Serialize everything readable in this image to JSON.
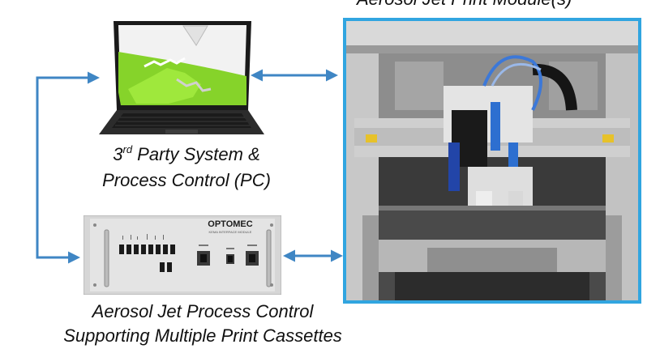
{
  "top_title": "Aerosol Jet Print Module(s)",
  "pc_caption": {
    "line1_number": "3",
    "line1_suffix": "rd",
    "line1_rest": " Party System &",
    "line2": "Process Control (PC)"
  },
  "control_caption": {
    "line1": "Aerosol Jet Process Control",
    "line2": "Supporting Multiple Print Cassettes"
  },
  "rack_unit": {
    "brand": "OPTOMEC",
    "module_label": "KEMA INTERFACE MODULE"
  },
  "colors": {
    "arrow": "#3f86c4",
    "photo_border": "#31a5e0"
  }
}
